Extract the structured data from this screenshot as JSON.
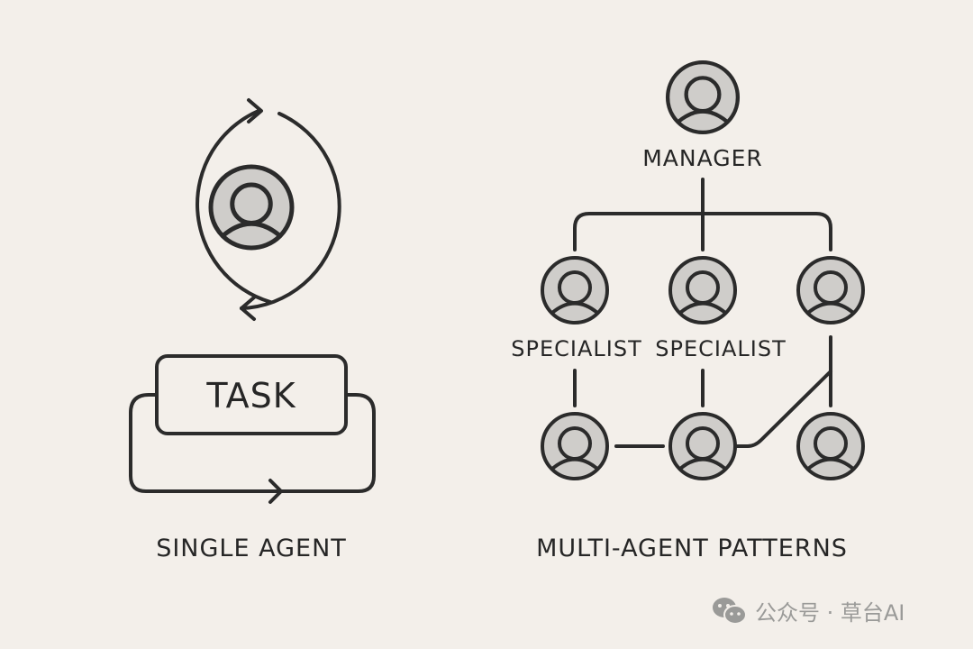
{
  "colors": {
    "background": "#f3efea",
    "stroke": "#2b2b2b",
    "avatar_fill": "#cfcdca",
    "watermark": "#9a9a98"
  },
  "single_agent": {
    "task_label": "TASK",
    "caption": "SINGLE AGENT",
    "icons": [
      "user-avatar-icon",
      "cycle-arrow-icon",
      "loop-arrow-icon"
    ]
  },
  "multi_agent": {
    "manager_label": "MANAGER",
    "specialist_labels": [
      "SPECIALIST",
      "SPECIALIST"
    ],
    "caption": "MULTI-AGENT PATTERNS",
    "agent_count": 7
  },
  "watermark": {
    "icon": "wechat-icon",
    "text": "公众号 · 草台AI"
  }
}
